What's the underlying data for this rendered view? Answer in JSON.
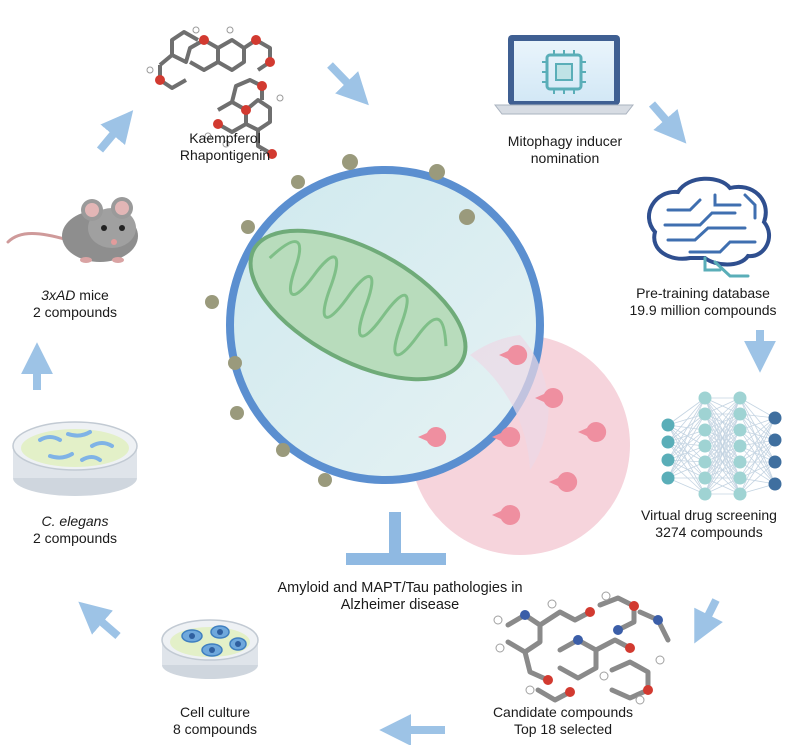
{
  "stages": {
    "compounds_identified": {
      "line1": "Kaempferol",
      "line2": "Rhapontigenin"
    },
    "ai_nomination": {
      "line1": "Mitophagy inducer",
      "line2": "nomination"
    },
    "pretraining": {
      "line1": "Pre-training database",
      "line2": "19.9 million compounds"
    },
    "virtual_screening": {
      "line1": "Virtual drug screening",
      "line2": "3274 compounds"
    },
    "candidates": {
      "line1": "Candidate compounds",
      "line2": "Top 18 selected"
    },
    "cell_culture": {
      "line1": "Cell culture",
      "line2": "8 compounds"
    },
    "c_elegans": {
      "name": "C. elegans",
      "line2": "2 compounds"
    },
    "mice": {
      "name": "3xAD",
      "suffix": " mice",
      "line2": "2 compounds"
    }
  },
  "center": {
    "line1": "Amyloid and MAPT/Tau pathologies in",
    "line2": "Alzheimer disease"
  },
  "colors": {
    "arrow": "#9dc3e6",
    "cell_fill": "#d7ecef",
    "cell_border": "#5b8fd0",
    "lysosome_fill": "#f6d4dc",
    "mitochondrion_fill": "#b8dcbc",
    "mitochondrion_stroke": "#6fab79",
    "pacman": "#ef8fa0",
    "receptor": "#9a9a7c",
    "inhibit": "#8fb9e2"
  },
  "icons": {
    "compounds_identified": "molecule-structure-icon",
    "ai_nomination": "laptop-chip-icon",
    "pretraining": "circuit-brain-icon",
    "virtual_screening": "neural-network-icon",
    "candidates": "molecule-cluster-icon",
    "cell_culture": "petri-dish-cells-icon",
    "c_elegans": "petri-dish-worms-icon",
    "mice": "mouse-icon"
  }
}
